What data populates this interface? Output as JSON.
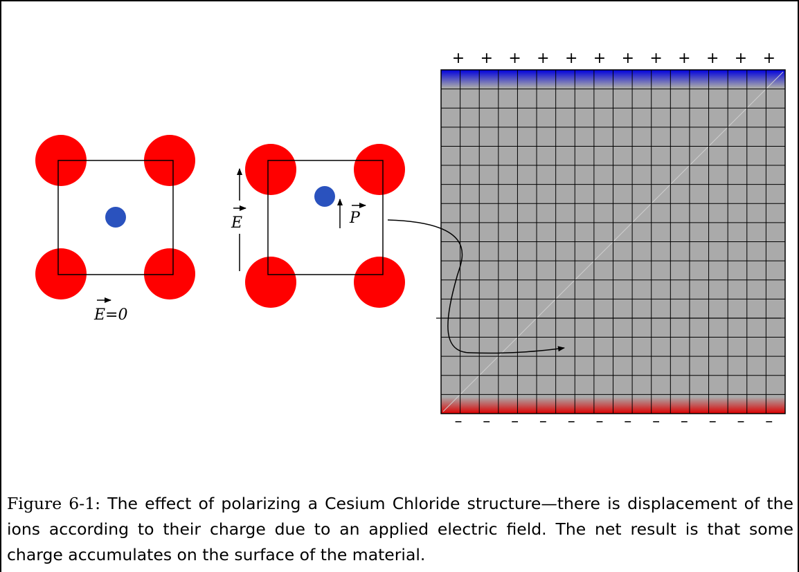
{
  "figure": {
    "caption_label": "Figure 6-1:",
    "caption_text": "The effect of polarizing a Cesium Chloride structure—there is displacement of the ions according to their charge due to an applied electric field. The net result is that some charge accumulates on the surface of the material."
  },
  "unpolarized_cell": {
    "field_label": "E=0"
  },
  "polarized_cell": {
    "field_label": "E",
    "polarization_label": "P"
  },
  "slab": {
    "top_charge": "+",
    "bottom_charge": "–",
    "charge_count": 12
  },
  "colors": {
    "anion": "#ff0000",
    "cation": "#2a52be",
    "slab_fill": "#aaaaaa",
    "surface_positive": "#0000dd",
    "surface_negative": "#dd0000"
  }
}
